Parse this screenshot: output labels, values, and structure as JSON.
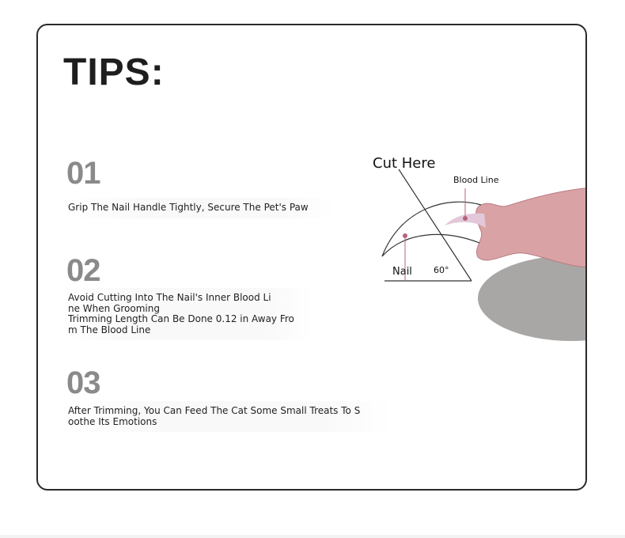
{
  "title": "TIPS:",
  "tips": [
    {
      "number": "01",
      "text": "Grip The Nail Handle Tightly, Secure The Pet's Paw"
    },
    {
      "number": "02",
      "text": "Avoid Cutting Into The Nail's Inner Blood Li\nne When Grooming\nTrimming Length Can Be Done 0.12 in Away Fro\nm The Blood Line"
    },
    {
      "number": "03",
      "text": "After Trimming, You Can Feed The Cat Some Small Treats To S\noothe Its Emotions"
    }
  ],
  "diagram": {
    "cut_label": "Cut Here",
    "blood_label": "Blood Line",
    "nail_label": "Nail",
    "angle_label": "60°",
    "colors": {
      "toe": "#d9a3a6",
      "paw": "#a9a7a5",
      "blood": "#e3c8d9",
      "dot": "#b5647a"
    }
  }
}
